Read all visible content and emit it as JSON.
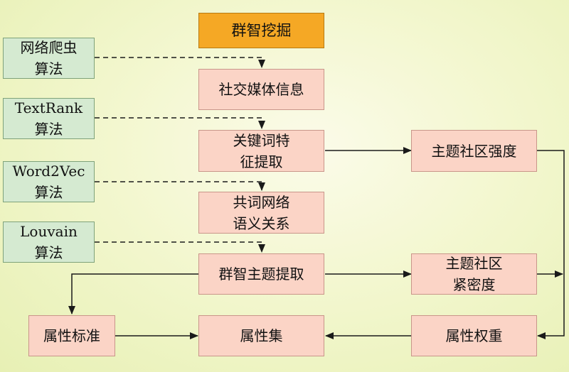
{
  "nodes": {
    "qunzhi_wajue": "群智挖掘",
    "shejiao_meiti": "社交媒体信息",
    "guanjianci_tezheng": "关键词特\n征提取",
    "gongci_wangluo": "共词网络\n语义关系",
    "qunzhi_zhuti": "群智主题提取",
    "shuxing_biaozhun": "属性标准",
    "shuxing_ji": "属性集",
    "shuxing_quanzhong": "属性权重",
    "zhuti_qiangdu": "主题社区强度",
    "zhuti_jinmidu": "主题社区\n紧密度"
  },
  "algorithms": {
    "crawler": "网络爬虫\n算法",
    "textrank": "TextRank\n算法",
    "word2vec": "Word2Vec\n算法",
    "louvain": "Louvain\n算法"
  },
  "colors": {
    "top_fill": "#f5a825",
    "process_fill": "#fbd4c6",
    "algorithm_fill": "#d5ead1",
    "line": "#1a1a1a"
  }
}
